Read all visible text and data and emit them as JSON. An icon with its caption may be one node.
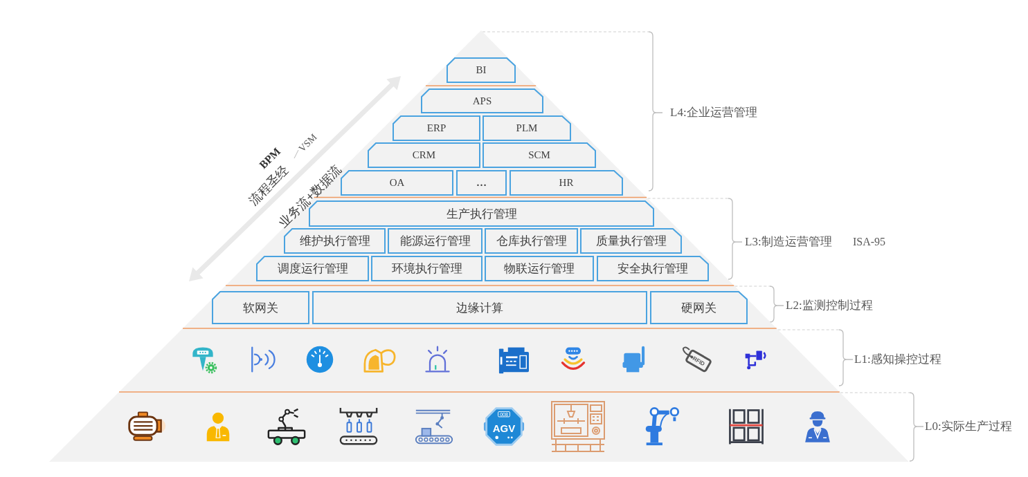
{
  "diagram": {
    "nodes": [
      {
        "text": [
          "L4:企业运营管理"
        ]
      },
      {
        "text": [
          "BI"
        ],
        "in": 0
      },
      {
        "text": [
          "APS"
        ],
        "in": 0
      },
      {
        "text": [
          "ERP"
        ],
        "in": 0
      },
      {
        "text": [
          "PLM"
        ],
        "in": 0
      },
      {
        "text": [
          "CRM"
        ],
        "in": 0
      },
      {
        "text": [
          "SCM"
        ],
        "in": 0
      },
      {
        "text": [
          "OA"
        ],
        "in": 0
      },
      {
        "text": [
          "…"
        ],
        "in": 0
      },
      {
        "text": [
          "HR"
        ],
        "in": 0
      },
      {
        "text": [
          "L3:制造运营管理"
        ]
      },
      {
        "text": [
          "生产执行管理"
        ],
        "in": 10
      },
      {
        "text": [
          "维护执行管理"
        ],
        "in": 10
      },
      {
        "text": [
          "能源运行管理"
        ],
        "in": 10
      },
      {
        "text": [
          "仓库执行管理"
        ],
        "in": 10
      },
      {
        "text": [
          "质量执行管理"
        ],
        "in": 10
      },
      {
        "text": [
          "调度运行管理"
        ],
        "in": 10
      },
      {
        "text": [
          "环境执行管理"
        ],
        "in": 10
      },
      {
        "text": [
          "物联运行管理"
        ],
        "in": 10
      },
      {
        "text": [
          "安全执行管理"
        ],
        "in": 10
      },
      {
        "text": [
          "L2:监测控制过程"
        ]
      },
      {
        "text": [
          "软网关"
        ],
        "in": 20
      },
      {
        "text": [
          "边缘计算"
        ],
        "in": 20
      },
      {
        "text": [
          "硬网关"
        ],
        "in": 20
      },
      {
        "text": [
          "L1:感知操控过程"
        ]
      },
      {
        "text": [
          "L0:实际生产过程"
        ]
      }
    ],
    "labels": [
      "BPM",
      "VSM",
      "流程圣经",
      "业务流+数据流",
      "ISA-95",
      "RFID",
      "008",
      "AGV"
    ]
  }
}
